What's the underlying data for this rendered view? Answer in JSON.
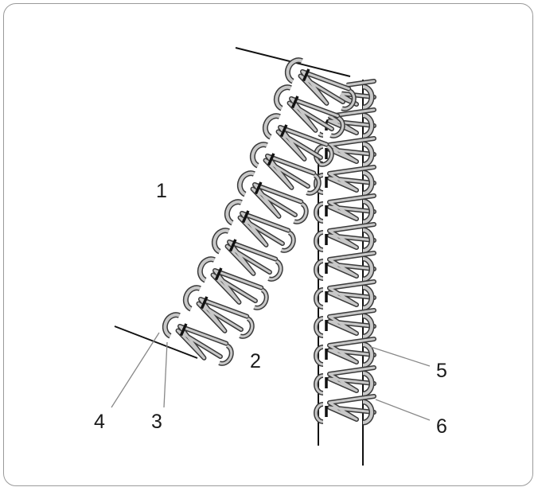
{
  "labels": {
    "label_1": "1",
    "label_2": "2",
    "label_3": "3",
    "label_4": "4",
    "label_5": "5",
    "label_6": "6"
  },
  "colors": {
    "thread_fill": "#c8c8c8",
    "thread_outline": "#3a3a3a",
    "line": "#111111",
    "frame": "#9a9a9a"
  }
}
